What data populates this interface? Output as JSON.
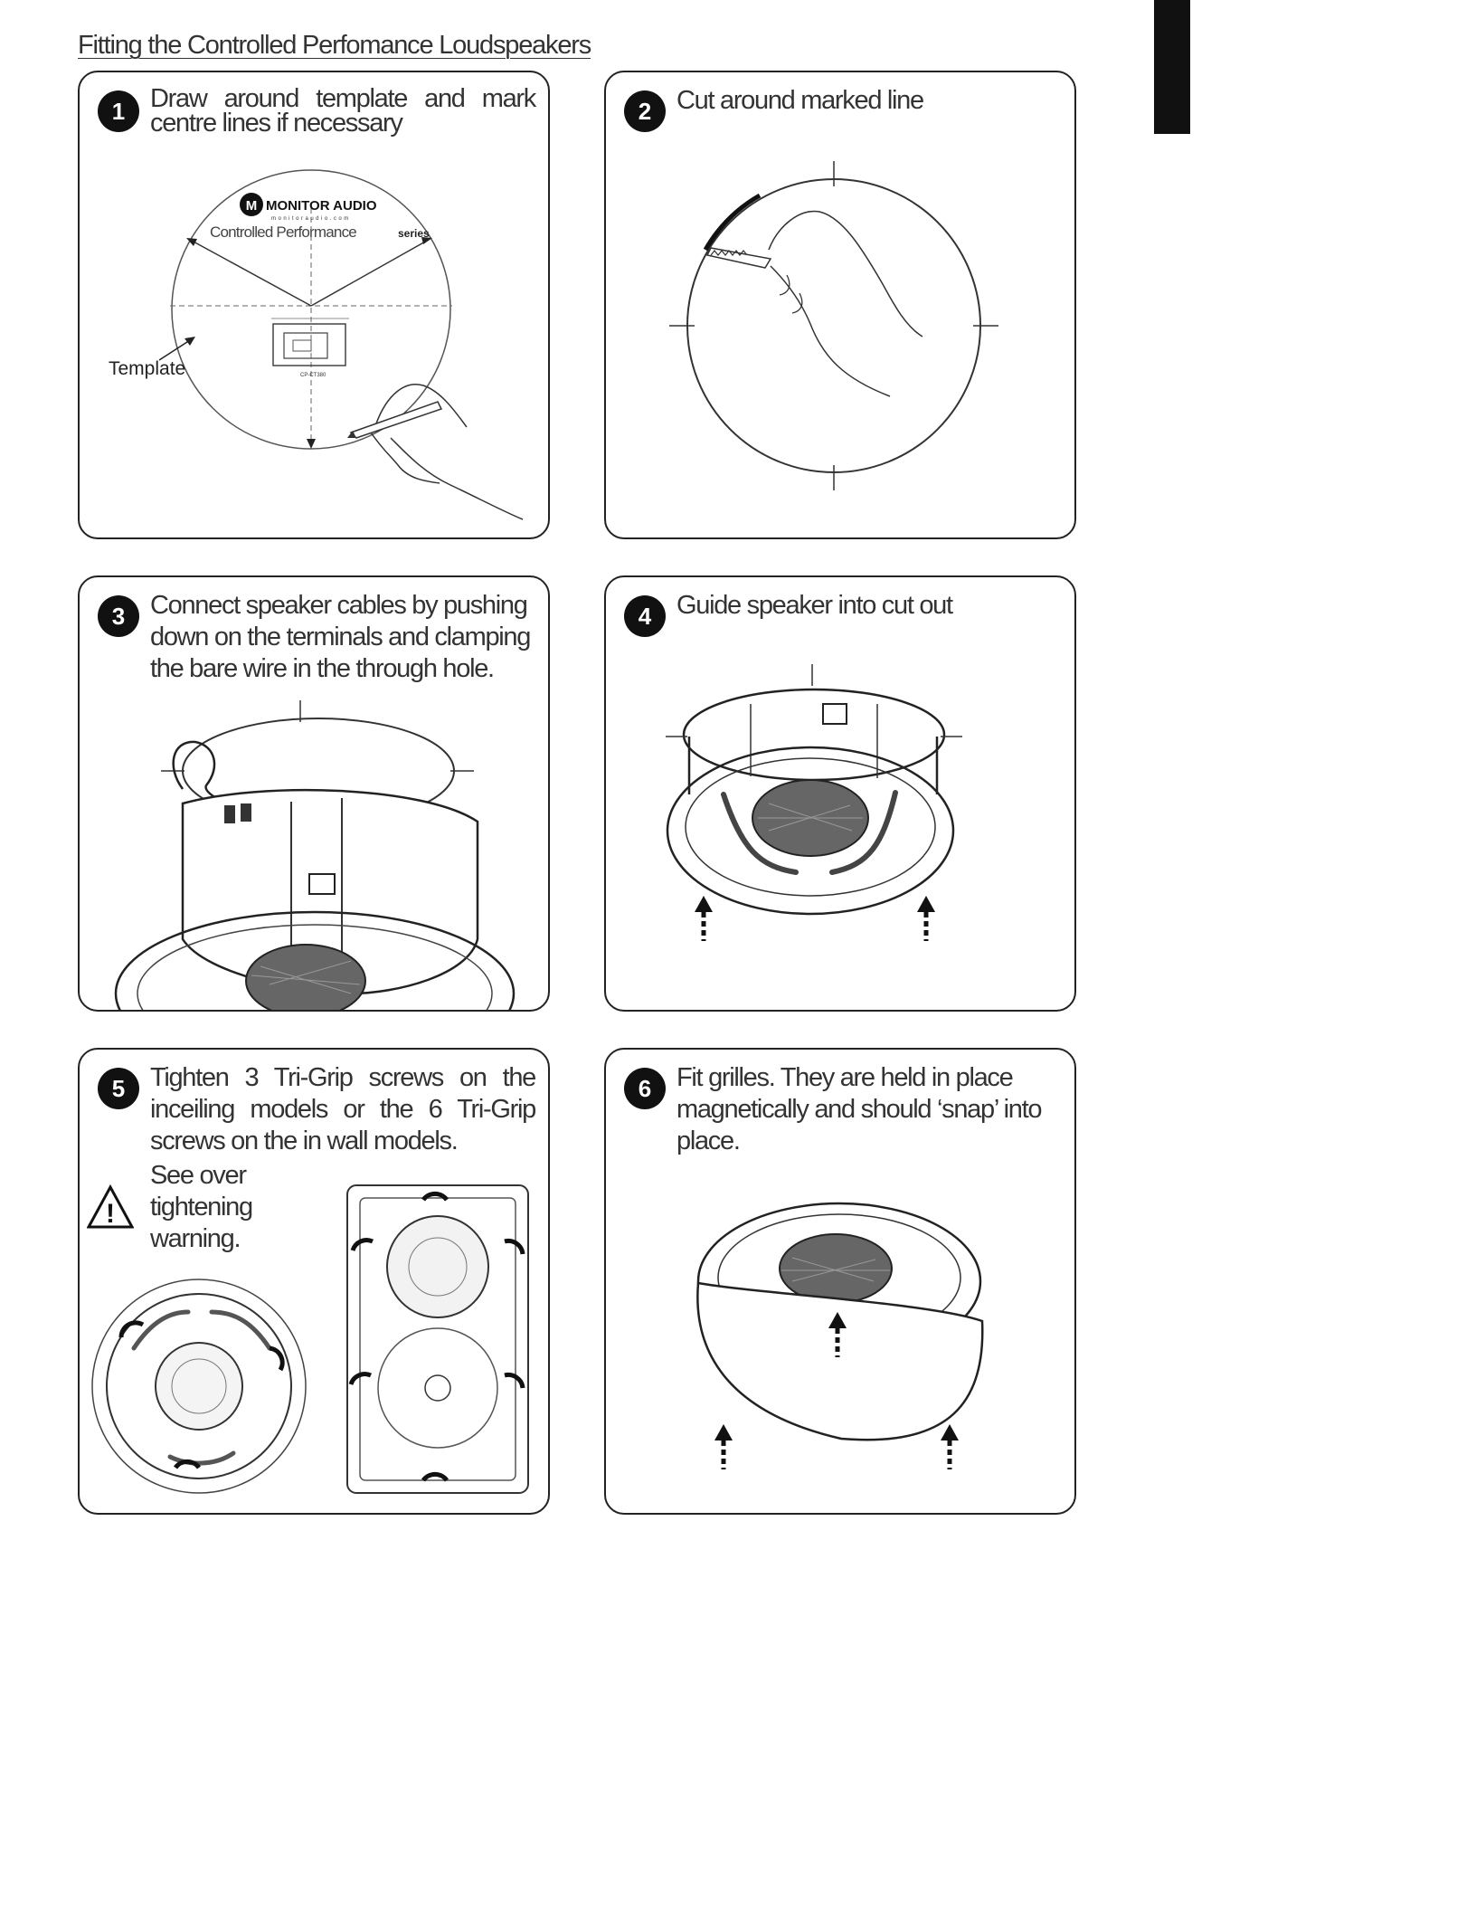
{
  "page": {
    "title": "Fitting the Controlled Perfomance Loudspeakers"
  },
  "steps": [
    {
      "number": "1",
      "text_line1": "Draw around template and mark",
      "text_line2": "centre lines if necessary"
    },
    {
      "number": "2",
      "text": "Cut around marked line"
    },
    {
      "number": "3",
      "text": "Connect speaker cables by pushing down on the terminals and clamping the bare wire in the through hole."
    },
    {
      "number": "4",
      "text": "Guide speaker into cut out"
    },
    {
      "number": "5",
      "text": "Tighten 3 Tri-Grip screws on the inceiling models or the 6 Tri-Grip screws on the in wall models.",
      "warning_lines": [
        "See over",
        "tightening",
        "warning."
      ]
    },
    {
      "number": "6",
      "text": "Fit grilles. They are held in place magnetically and should ‘snap’ into place."
    }
  ],
  "template_illustration": {
    "brand": "MONITOR AUDIO",
    "brand_url": "monitoraudio.com",
    "series": "Controlled Performance",
    "series_suffix": "series",
    "label": "Template",
    "model": "CP-CT380"
  },
  "colors": {
    "ink": "#222222",
    "panel_border": "#222222",
    "badge": "#111111",
    "tab": "#111111"
  }
}
